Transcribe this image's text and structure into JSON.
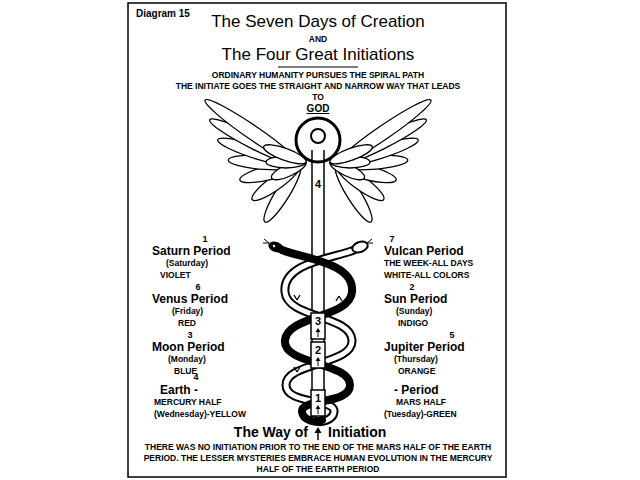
{
  "diagram": {
    "title": "The Seven Days of Creation",
    "labels": [
      "Diagram 15",
      "AND",
      "The Four Great Initiations",
      "ORDINARY HUMANITY PURSUES THE SPIRAL PATH",
      "THE INITIATE GOES THE STRAIGHT AND NARROW WAY THAT LEADS",
      "TO",
      "GOD",
      "4",
      "1",
      "Saturn Period",
      "(Saturday)",
      "VIOLET",
      "7",
      "Vulcan Period",
      "THE WEEK-ALL DAYS",
      "WHITE-ALL COLORS",
      "6",
      "Venus Period",
      "(Friday)",
      "RED",
      "2",
      "Sun Period",
      "(Sunday)",
      "INDIGO",
      "3",
      "3",
      "Moon Period",
      "(Monday)",
      "BLUE",
      "5",
      "Jupiter Period",
      "(Thursday)",
      "ORANGE",
      "2",
      "4",
      "Earth -",
      "MERCURY HALF",
      "(Wednesday)-YELLOW",
      "- Period",
      "MARS HALF",
      "(Tuesday)-GREEN",
      "1",
      "The Way of",
      "Initiation",
      "THERE WAS NO INITIATION PRIOR TO THE END OF THE MARS HALF OF THE EARTH PERIOD. THE LESSER MYSTERIES EMBRACE HUMAN EVOLUTION IN THE MERCURY HALF OF THE EARTH PERIOD"
    ]
  }
}
